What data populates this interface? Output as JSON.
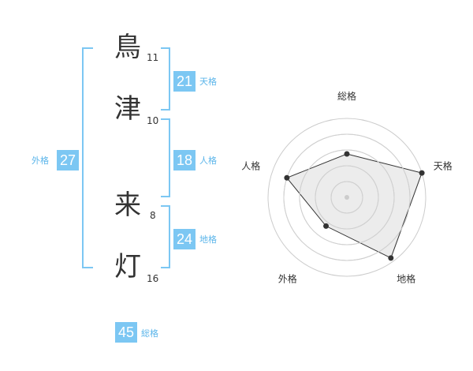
{
  "name": {
    "chars": [
      {
        "char": "鳥",
        "strokes": "11"
      },
      {
        "char": "津",
        "strokes": "10"
      },
      {
        "char": "来",
        "strokes": "8"
      },
      {
        "char": "灯",
        "strokes": "16"
      }
    ]
  },
  "fortunes": {
    "gaikaku": {
      "value": "27",
      "label": "外格"
    },
    "tenkaku": {
      "value": "21",
      "label": "天格"
    },
    "jinkaku": {
      "value": "18",
      "label": "人格"
    },
    "chikaku": {
      "value": "24",
      "label": "地格"
    },
    "soukaku": {
      "value": "45",
      "label": "総格"
    }
  },
  "colors": {
    "accent": "#7cc7f3",
    "accent_text": "#5bb5ea"
  },
  "chart_data": {
    "type": "radar",
    "axes": [
      "総格",
      "天格",
      "地格",
      "外格",
      "人格"
    ],
    "values": [
      0.55,
      1.0,
      0.95,
      0.45,
      0.8
    ],
    "max": 1.0,
    "rings": 5
  }
}
